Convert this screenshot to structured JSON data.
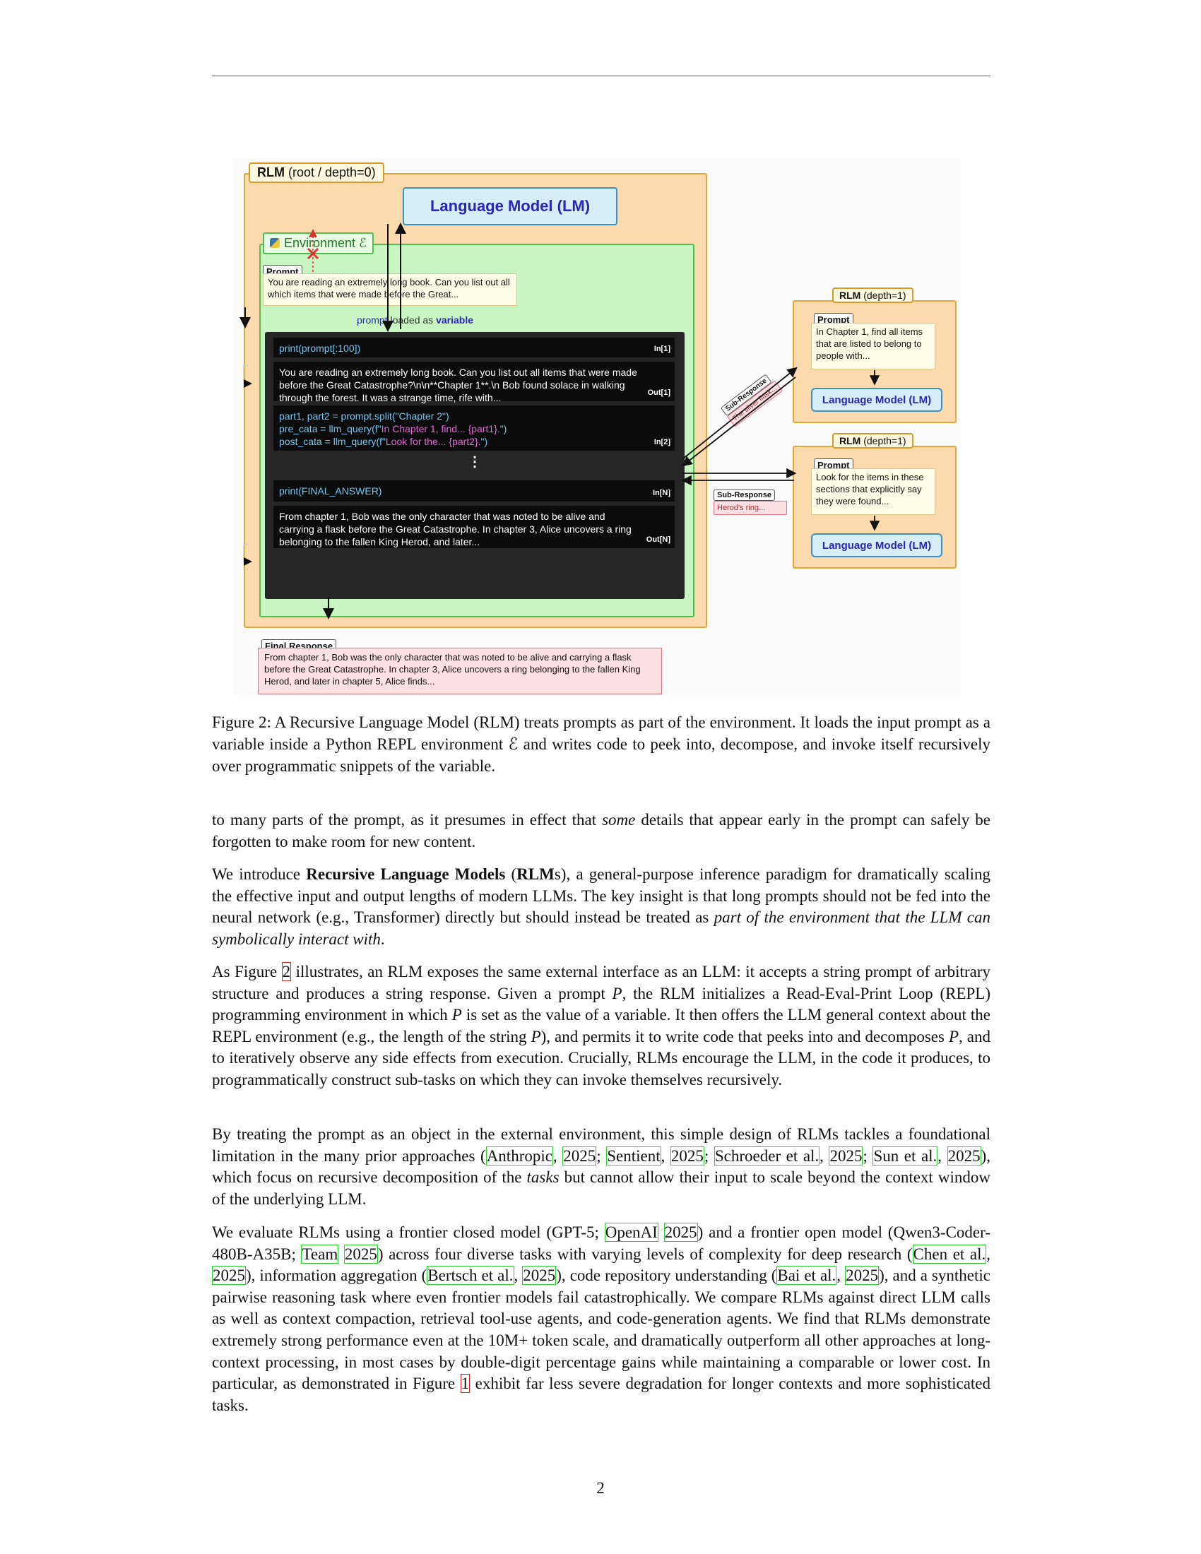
{
  "figure": {
    "root_label_bold": "RLM",
    "root_label_rest": " (root / depth=0)",
    "lm_main": "Language Model (LM)",
    "environment_label": "Environment ℰ",
    "prompt_tag": "Prompt",
    "prompt_text": "You are reading an extremely long book. Can you list out all which items that were made before the Great...",
    "loaded_prompt": "prompt",
    "loaded_mid": " loaded as ",
    "loaded_variable": "variable",
    "cells": {
      "in1_code": "print(prompt[:100])",
      "in1_tag": "In[1]",
      "out1_text": "You are reading an extremely long book. Can you list out all items that were made before the Great Catastrophe?\\n\\n**Chapter 1**.\\n Bob found solace in walking through the forest. It was a strange time, rife with...",
      "out1_tag": "Out[1]",
      "in2_line1": "part1, part2 = prompt.split(\"Chapter 2\")",
      "in2_line2_a": "pre_cata = llm_query(f\"",
      "in2_line2_b": "In Chapter 1, find... {part1}.",
      "in2_line2_c": "\")",
      "in2_line3_a": "post_cata = llm_query(f\"",
      "in2_line3_b": "Look for the... {part2}.",
      "in2_line3_c": "\")",
      "in2_tag": "In[2]",
      "dots": "⋮",
      "inN_code": "print(FINAL_ANSWER)",
      "inN_tag": "In[N]",
      "outN_text": "From chapter 1, Bob was the only character that was noted to be alive and carrying a flask before the Great Catastrophe. In chapter 3, Alice uncovers a ring belonging to the fallen King Herod, and later...",
      "outN_tag": "Out[N]"
    },
    "final_tag": "Final Response",
    "final_text": "From chapter 1, Bob was the only character that was noted to be alive and carrying a flask before the Great Catastrophe. In chapter 3, Alice uncovers a ring belonging to the fallen King Herod, and later in chapter 5, Alice finds...",
    "sub1": {
      "label_bold": "RLM",
      "label_rest": " (depth=1)",
      "prompt_tag": "Prompt",
      "prompt_text": "In Chapter 1, find all items that are listed to belong to people with...",
      "lm": "Language Model (LM)"
    },
    "sub2": {
      "label_bold": "RLM",
      "label_rest": " (depth=1)",
      "prompt_tag": "Prompt",
      "prompt_text": "Look for the items in these sections that explicitly say they were found...",
      "lm": "Language Model (LM)"
    },
    "sub_response_1_tag": "Sub-Response",
    "sub_response_1_text": "The silver flask...",
    "sub_response_2_tag": "Sub-Response",
    "sub_response_2_text": "Herod's ring..."
  },
  "caption": "Figure 2: A Recursive Language Model (RLM) treats prompts as part of the environment. It loads the input prompt as a variable inside a Python REPL environment ℰ and writes code to peek into, decompose, and invoke itself recursively over programmatic snippets of the variable.",
  "p1": {
    "a": "to many parts of the prompt, as it presumes in effect that ",
    "em": "some",
    "b": " details that appear early in the prompt can safely be forgotten to make room for new content."
  },
  "p2": {
    "a": "We introduce ",
    "bold1": "Recursive Language Models",
    "b": " (",
    "bold2": "RLM",
    "c": "s), a general-purpose inference paradigm for dramatically scaling the effective input and output lengths of modern LLMs. The key insight is that long prompts should not be fed into the neural network (e.g., Transformer) directly but should instead be treated as ",
    "em": "part of the environment that the LLM can symbolically interact with",
    "d": "."
  },
  "p3": {
    "a": "As Figure ",
    "ref": "2",
    "b": " illustrates, an RLM exposes the same external interface as an LLM: it accepts a string prompt of arbitrary structure and produces a string response. Given a prompt ",
    "v1": "P",
    "c": ", the RLM initializes a Read-Eval-Print Loop (REPL) programming environment in which ",
    "v2": "P",
    "d": " is set as the value of a variable. It then offers the LLM general context about the REPL environment (e.g., the length of the string ",
    "v3": "P",
    "e": "), and permits it to write code that peeks into and decomposes ",
    "v4": "P",
    "f": ", and to iteratively observe any side effects from execution. Crucially, RLMs encourage the LLM, in the code it produces, to programmatically construct sub-tasks on which they can invoke themselves recursively."
  },
  "p4": {
    "a": "By treating the prompt as an object in the external environment, this simple design of RLMs tackles a foundational limitation in the many prior approaches (",
    "c1": "Anthropic",
    "s1": ", ",
    "y1": "2025",
    "s2": "; ",
    "c2": "Sentient",
    "s3": ", ",
    "y2": "2025",
    "s4": "; ",
    "c3": "Schroeder et al.",
    "s5": ", ",
    "y3": "2025",
    "s6": "; ",
    "c4": "Sun et al.",
    "s7": ", ",
    "y4": "2025",
    "b": "), which focus on recursive decomposition of the ",
    "em": "tasks",
    "c": " but cannot allow their input to scale beyond the context window of the underlying LLM."
  },
  "p5": {
    "a": "We evaluate RLMs using a frontier closed model (GPT-5; ",
    "c1": "OpenAI",
    "y1": "2025",
    "b": ") and a frontier open model (Qwen3-Coder-480B-A35B; ",
    "c2": "Team",
    "y2": "2025",
    "c": ") across four diverse tasks with varying levels of complexity for deep research (",
    "c3": "Chen et al.",
    "y3": "2025",
    "d": "), information aggregation (",
    "c4": "Bertsch et al.",
    "y4": "2025",
    "e": "), code repository understanding (",
    "c5": "Bai et al.",
    "y5": "2025",
    "f": "), and a synthetic pairwise reasoning task where even frontier models fail catastrophically. We compare RLMs against direct LLM calls as well as context compaction, retrieval tool-use agents, and code-generation agents. We find that RLMs demonstrate extremely strong performance even at the 10M+ token scale, and dramatically outperform all other approaches at long-context processing, in most cases by double-digit percentage gains while maintaining a comparable or lower cost. In particular, as demonstrated in Figure ",
    "ref": "1",
    "g": " exhibit far less severe degradation for longer contexts and more sophisticated tasks."
  },
  "page_number": "2",
  "colors": {
    "rlm_fill": "#fdd9ae",
    "env_fill": "#c8f5c2",
    "lm_fill": "#d5eef8",
    "response_fill": "#fde0e3",
    "citation_box": "#2ad02a",
    "reference_box": "#e02020"
  }
}
